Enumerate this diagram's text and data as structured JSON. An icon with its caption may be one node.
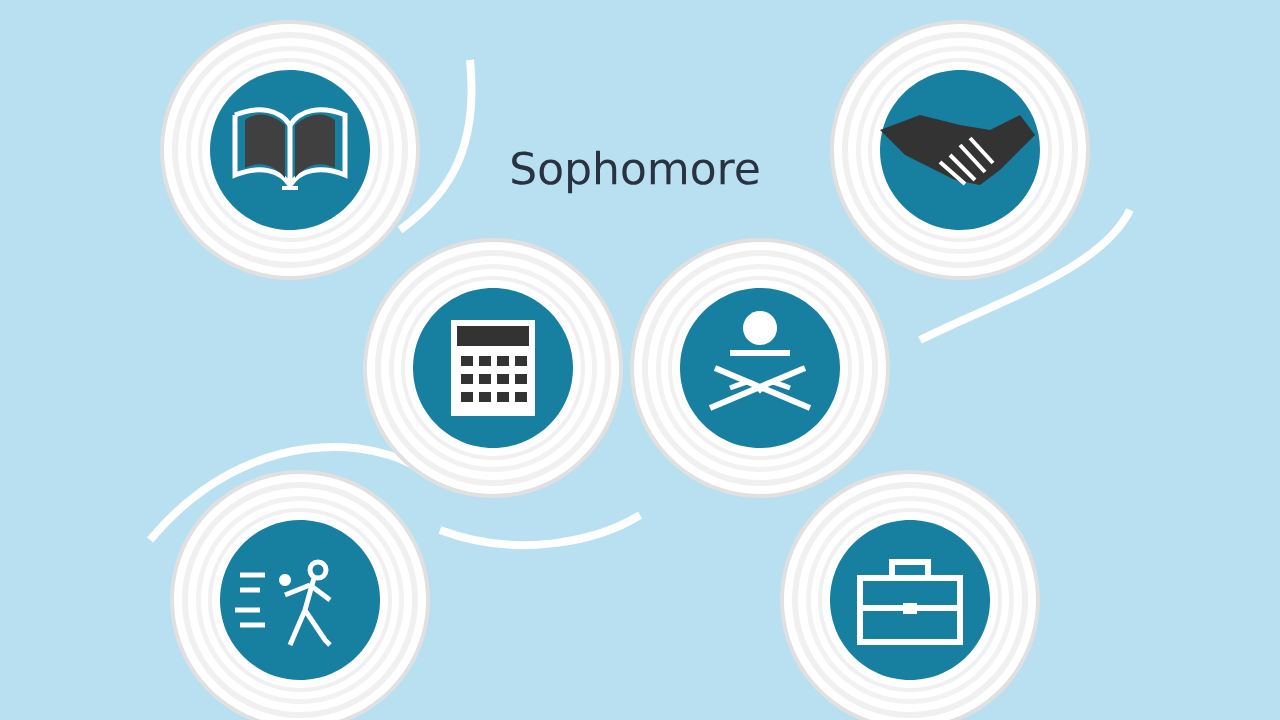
{
  "diagram": {
    "title": "Sophomore",
    "nodes": [
      {
        "text": [],
        "shape": "circle"
      },
      {
        "text": [],
        "shape": "circle"
      },
      {
        "text": [],
        "shape": "circle"
      },
      {
        "text": [],
        "shape": "circle"
      },
      {
        "text": [],
        "shape": "circle"
      },
      {
        "text": [],
        "shape": "circle"
      }
    ]
  }
}
